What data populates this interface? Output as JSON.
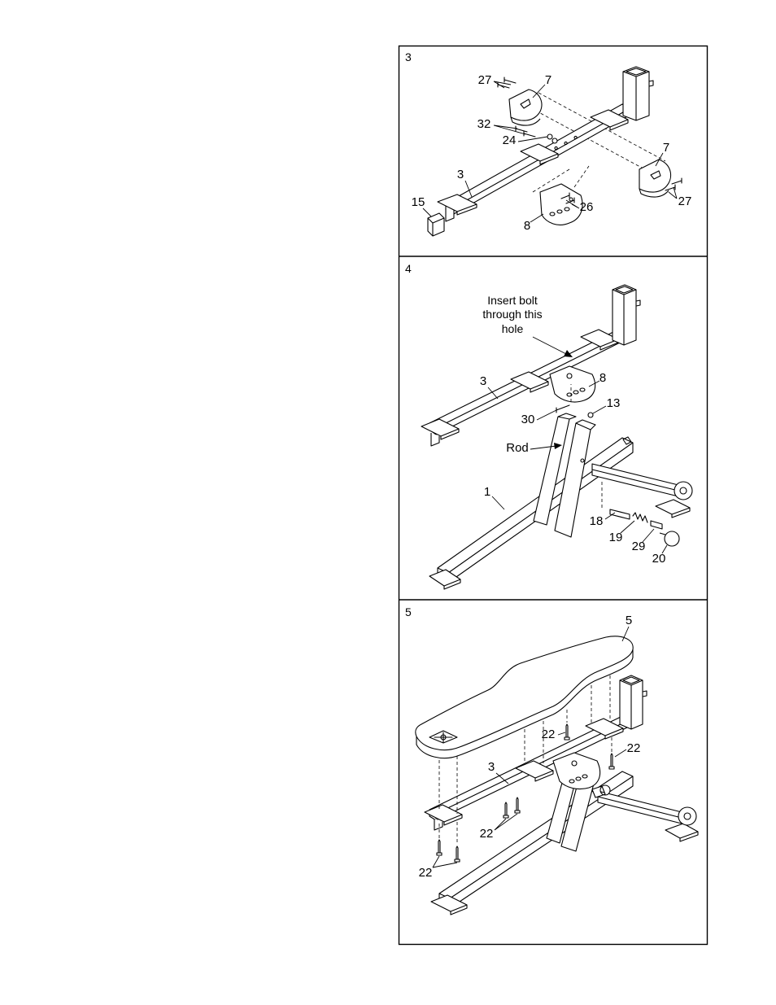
{
  "colors": {
    "ink": "#000000",
    "background": "#ffffff"
  },
  "step3": {
    "number": "3",
    "callouts": [
      "27",
      "7",
      "32",
      "24",
      "3",
      "7",
      "15",
      "26",
      "27",
      "8"
    ]
  },
  "step4": {
    "number": "4",
    "note": [
      "Insert bolt",
      "through this",
      "hole"
    ],
    "callouts": [
      "3",
      "8",
      "13",
      "30",
      "Rod",
      "1",
      "18",
      "19",
      "29",
      "20"
    ]
  },
  "step5": {
    "number": "5",
    "callouts": [
      "5",
      "22",
      "22",
      "3",
      "22",
      "22"
    ]
  }
}
